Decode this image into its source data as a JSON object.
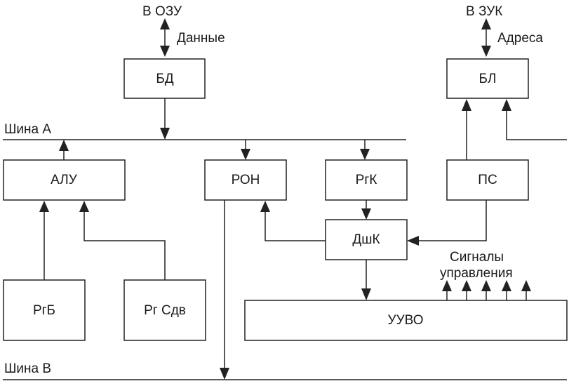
{
  "top_labels": {
    "ozu": "В ОЗУ",
    "data": "Данные",
    "zuk": "В ЗУК",
    "address": "Адреса"
  },
  "buses": {
    "bus_a": "Шина А",
    "bus_b": "Шина В"
  },
  "blocks": {
    "bd": "БД",
    "bl": "БЛ",
    "alu": "АЛУ",
    "ron": "РОН",
    "rgk": "РгК",
    "ps": "ПС",
    "dshk": "ДшК",
    "rgb": "РгБ",
    "rgsdv": "Рг Сдв",
    "uuvo": "УУВО"
  },
  "signals": {
    "line1": "Сигналы",
    "line2": "управления"
  }
}
